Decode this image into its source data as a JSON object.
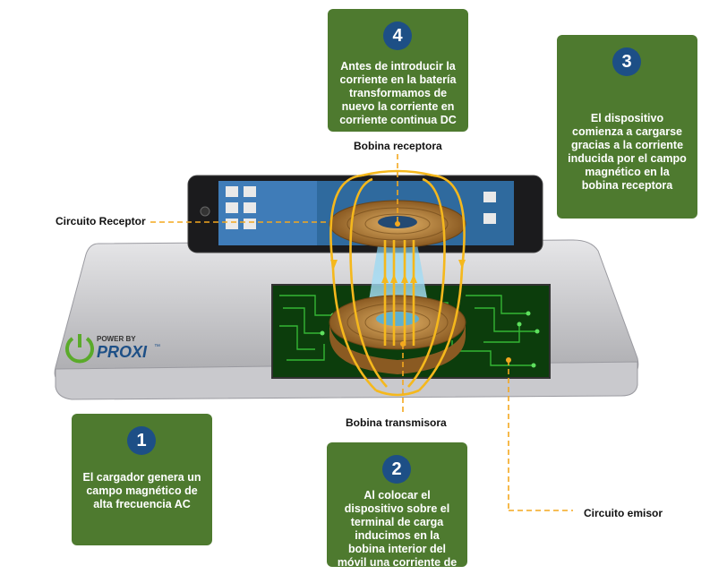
{
  "labels": {
    "bobina_receptora": "Bobina receptora",
    "bobina_transmisora": "Bobina transmisora",
    "circuito_receptor": "Circuito Receptor",
    "circuito_emisor": "Circuito emisor"
  },
  "steps": [
    {
      "number": "1",
      "text": "El cargador genera un campo magnético de alta frecuencia AC"
    },
    {
      "number": "2",
      "text": "Al colocar el dispositivo sobre el terminal de carga inducimos en la bobina interior del móvil una corriente de carga"
    },
    {
      "number": "3",
      "text": "El dispositivo comienza a cargarse gracias a la corriente inducida por el campo magnético en la bobina receptora"
    },
    {
      "number": "4",
      "text": "Antes de introducir la corriente en la batería transformamos de nuevo la corriente en corriente continua DC"
    }
  ],
  "logo": {
    "power_by": "POWER BY",
    "brand": "PROXI",
    "trademark": "™"
  },
  "colors": {
    "box_green": "#4e7a2f",
    "badge_blue": "#1d4f86",
    "leader_orange": "#f3a81f",
    "field_yellow": "#f5b81c",
    "pcb_green": "#1f8a1f"
  }
}
